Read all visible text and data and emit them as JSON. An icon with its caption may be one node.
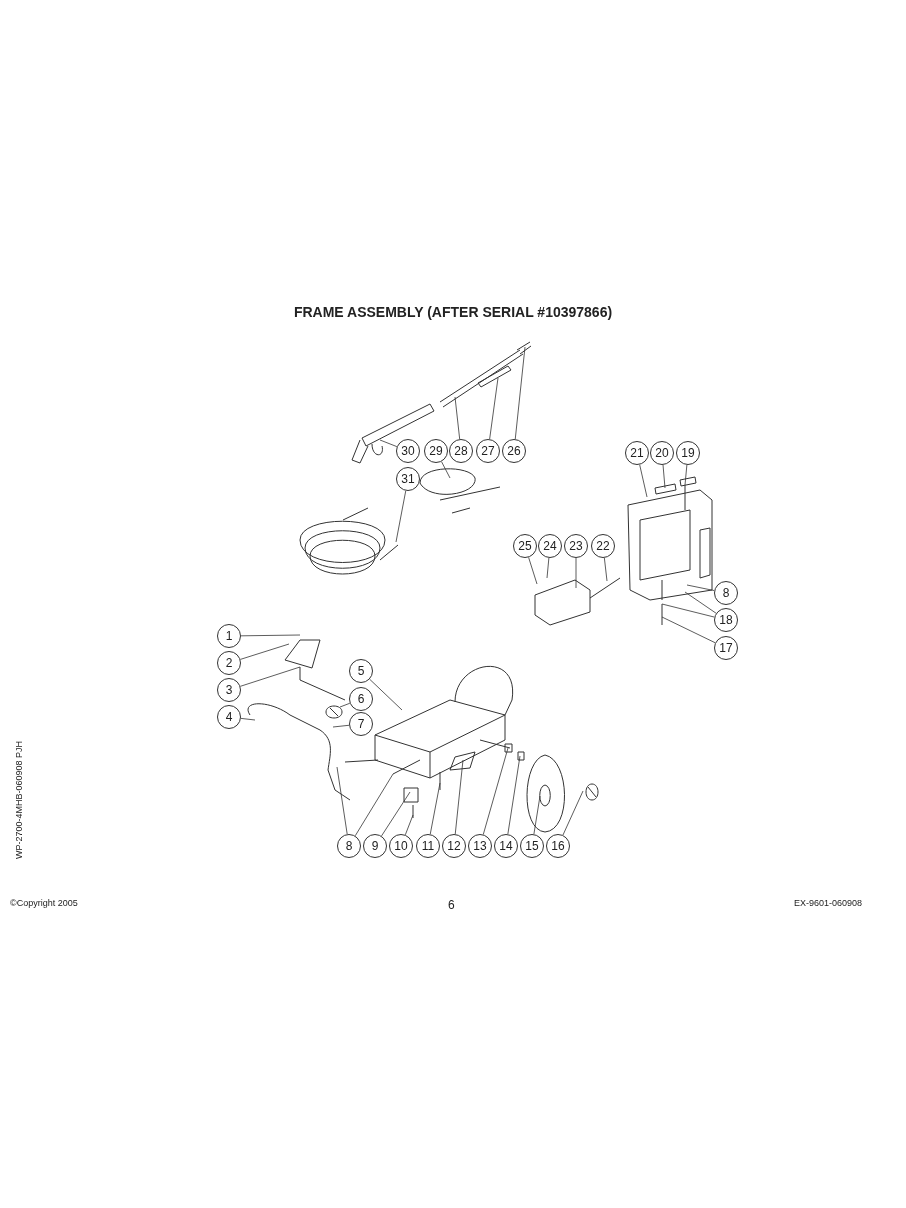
{
  "diagram": {
    "title": "FRAME ASSEMBLY (AFTER SERIAL #10397866)",
    "nodes": [
      {
        "text": [
          "30"
        ]
      },
      {
        "text": [
          "29"
        ]
      },
      {
        "text": [
          "28"
        ]
      },
      {
        "text": [
          "27"
        ]
      },
      {
        "text": [
          "26"
        ]
      },
      {
        "text": [
          "21"
        ]
      },
      {
        "text": [
          "20"
        ]
      },
      {
        "text": [
          "19"
        ]
      },
      {
        "text": [
          "31"
        ]
      },
      {
        "text": [
          "25"
        ]
      },
      {
        "text": [
          "24"
        ]
      },
      {
        "text": [
          "23"
        ]
      },
      {
        "text": [
          "22"
        ]
      },
      {
        "text": [
          "8"
        ]
      },
      {
        "text": [
          "18"
        ]
      },
      {
        "text": [
          "17"
        ]
      },
      {
        "text": [
          "1"
        ]
      },
      {
        "text": [
          "2"
        ]
      },
      {
        "text": [
          "3"
        ]
      },
      {
        "text": [
          "4"
        ]
      },
      {
        "text": [
          "5"
        ]
      },
      {
        "text": [
          "6"
        ]
      },
      {
        "text": [
          "7"
        ]
      },
      {
        "text": [
          "8"
        ]
      },
      {
        "text": [
          "9"
        ]
      },
      {
        "text": [
          "10"
        ]
      },
      {
        "text": [
          "11"
        ]
      },
      {
        "text": [
          "12"
        ]
      },
      {
        "text": [
          "13"
        ]
      },
      {
        "text": [
          "14"
        ]
      },
      {
        "text": [
          "15"
        ]
      },
      {
        "text": [
          "16"
        ]
      }
    ],
    "edges": [
      {
        "from": 0,
        "to": null,
        "arrow": "none"
      },
      {
        "from": 1,
        "to": null,
        "arrow": "none"
      },
      {
        "from": 2,
        "to": null,
        "arrow": "none"
      },
      {
        "from": 3,
        "to": null,
        "arrow": "none"
      },
      {
        "from": 4,
        "to": null,
        "arrow": "none"
      },
      {
        "from": 5,
        "to": null,
        "arrow": "none"
      },
      {
        "from": 6,
        "to": null,
        "arrow": "none"
      },
      {
        "from": 7,
        "to": null,
        "arrow": "none"
      },
      {
        "from": 8,
        "to": null,
        "arrow": "none"
      },
      {
        "from": 9,
        "to": null,
        "arrow": "none"
      },
      {
        "from": 10,
        "to": null,
        "arrow": "none"
      },
      {
        "from": 11,
        "to": null,
        "arrow": "none"
      },
      {
        "from": 12,
        "to": null,
        "arrow": "none"
      },
      {
        "from": 13,
        "to": null,
        "arrow": "none"
      },
      {
        "from": 14,
        "to": null,
        "arrow": "none"
      },
      {
        "from": 14,
        "to": null,
        "arrow": "none"
      },
      {
        "from": 15,
        "to": null,
        "arrow": "none"
      },
      {
        "from": 16,
        "to": null,
        "arrow": "none"
      },
      {
        "from": 17,
        "to": null,
        "arrow": "none"
      },
      {
        "from": 18,
        "to": null,
        "arrow": "none"
      },
      {
        "from": 19,
        "to": null,
        "arrow": "none"
      },
      {
        "from": 20,
        "to": null,
        "arrow": "none"
      },
      {
        "from": 21,
        "to": null,
        "arrow": "none"
      },
      {
        "from": 22,
        "to": null,
        "arrow": "none"
      },
      {
        "from": 23,
        "to": null,
        "arrow": "none"
      },
      {
        "from": 23,
        "to": null,
        "arrow": "none"
      },
      {
        "from": 24,
        "to": null,
        "arrow": "none"
      },
      {
        "from": 25,
        "to": null,
        "arrow": "none"
      },
      {
        "from": 26,
        "to": null,
        "arrow": "none"
      },
      {
        "from": 27,
        "to": null,
        "arrow": "none"
      },
      {
        "from": 28,
        "to": null,
        "arrow": "none"
      },
      {
        "from": 29,
        "to": null,
        "arrow": "none"
      },
      {
        "from": 30,
        "to": null,
        "arrow": "none"
      },
      {
        "from": 31,
        "to": null,
        "arrow": "none"
      }
    ],
    "labels": [
      "WP-2700-4MHB-060908 PJH",
      "©Copyright 2005",
      "6",
      "EX-9601-060908"
    ]
  }
}
